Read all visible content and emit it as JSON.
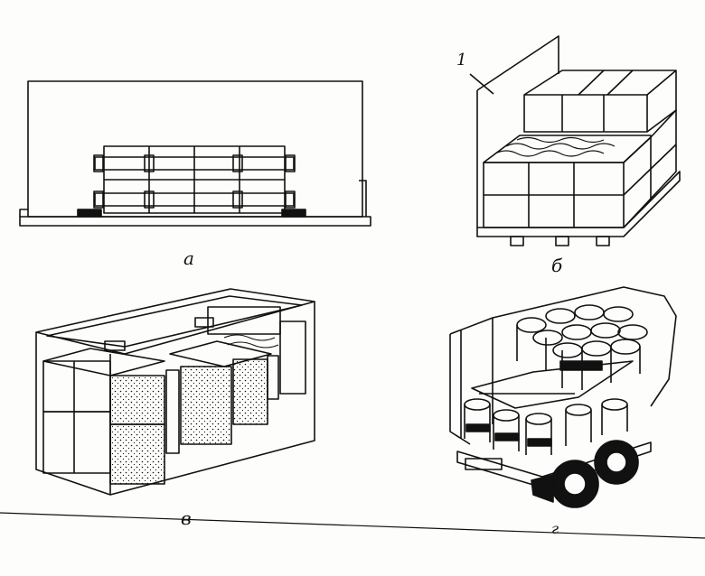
{
  "figure": {
    "panel_labels": [
      "а",
      "б",
      "в",
      "г"
    ],
    "callout_number": "1"
  },
  "colors": {
    "ink": "#111111",
    "paper": "#fdfdfb"
  }
}
